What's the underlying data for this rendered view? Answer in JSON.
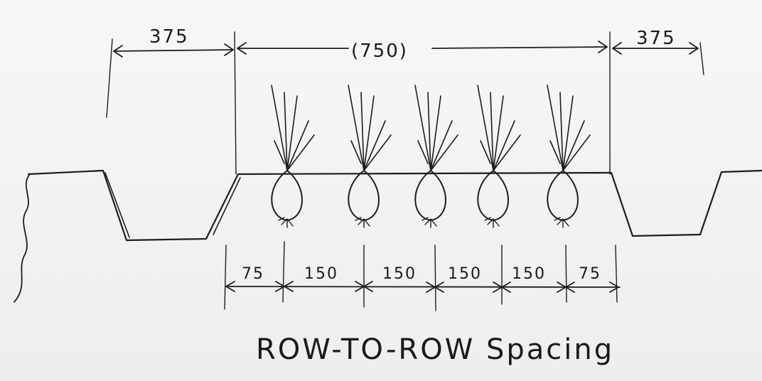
{
  "top_dimensions": {
    "left_half_width": "375",
    "bed_width": "(750)",
    "right_half_width": "375"
  },
  "row_spacings": [
    "75",
    "150",
    "150",
    "150",
    "150",
    "75"
  ],
  "caption": "ROW-TO-ROW Spacing",
  "plant_count": 5,
  "colors": {
    "ink": "#1d1d1d",
    "paper": "#f4f4f2"
  }
}
